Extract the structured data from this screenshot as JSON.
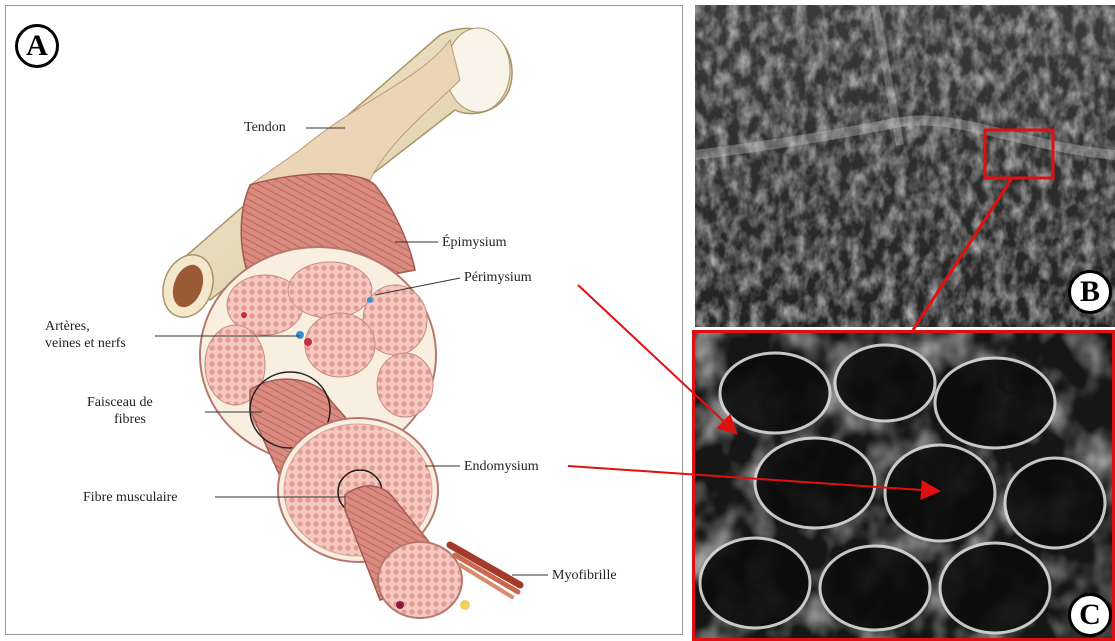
{
  "panels": {
    "a": {
      "letter": "A"
    },
    "b": {
      "letter": "B"
    },
    "c": {
      "letter": "C",
      "inset_letter": "C"
    }
  },
  "labels": {
    "tendon": "Tendon",
    "epimysium": "Épimysium",
    "perimysium": "Périmysium",
    "arteres_line1": "Artères,",
    "arteres_line2": "veines et nerfs",
    "faisceau_line1": "Faisceau de",
    "faisceau_line2": "fibres",
    "endomysium": "Endomysium",
    "fibre": "Fibre musculaire",
    "myofibrille": "Myofibrille"
  },
  "colors": {
    "arrow": "#e01010",
    "muscle": "#d98b80",
    "bone": "#efe4c4",
    "tendon": "#ead2b6",
    "connective": "#f7eee0",
    "fiber": "#eaa49a"
  }
}
